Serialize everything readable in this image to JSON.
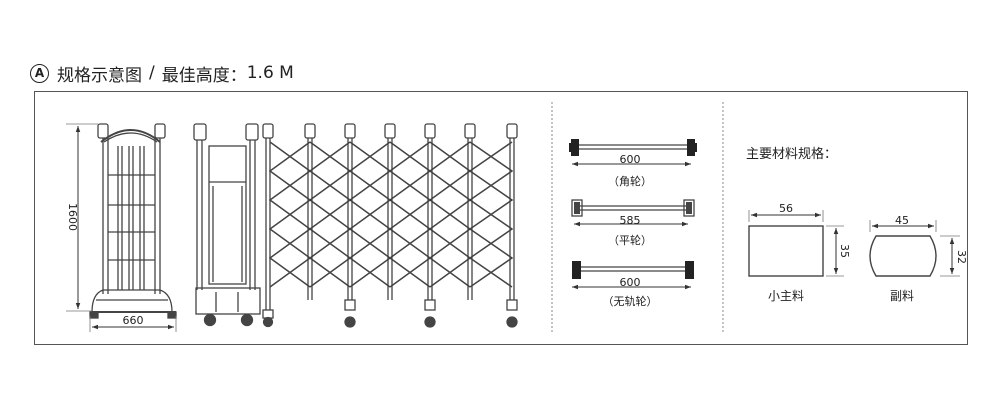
{
  "header": {
    "marker": "A",
    "title": "规格示意图",
    "separator": "/",
    "height_label": "最佳高度：",
    "height_value": "1.6 M"
  },
  "gate": {
    "height_dim": "1600",
    "width_dim": "660"
  },
  "wheels": [
    {
      "length": "600",
      "caption": "（角轮）"
    },
    {
      "length": "585",
      "caption": "（平轮）"
    },
    {
      "length": "600",
      "caption": "（无轨轮）"
    }
  ],
  "materials": {
    "title": "主要材料规格：",
    "main": {
      "width": "56",
      "height": "35",
      "caption": "小主料"
    },
    "secondary": {
      "width": "45",
      "height": "32",
      "caption": "副料"
    }
  }
}
